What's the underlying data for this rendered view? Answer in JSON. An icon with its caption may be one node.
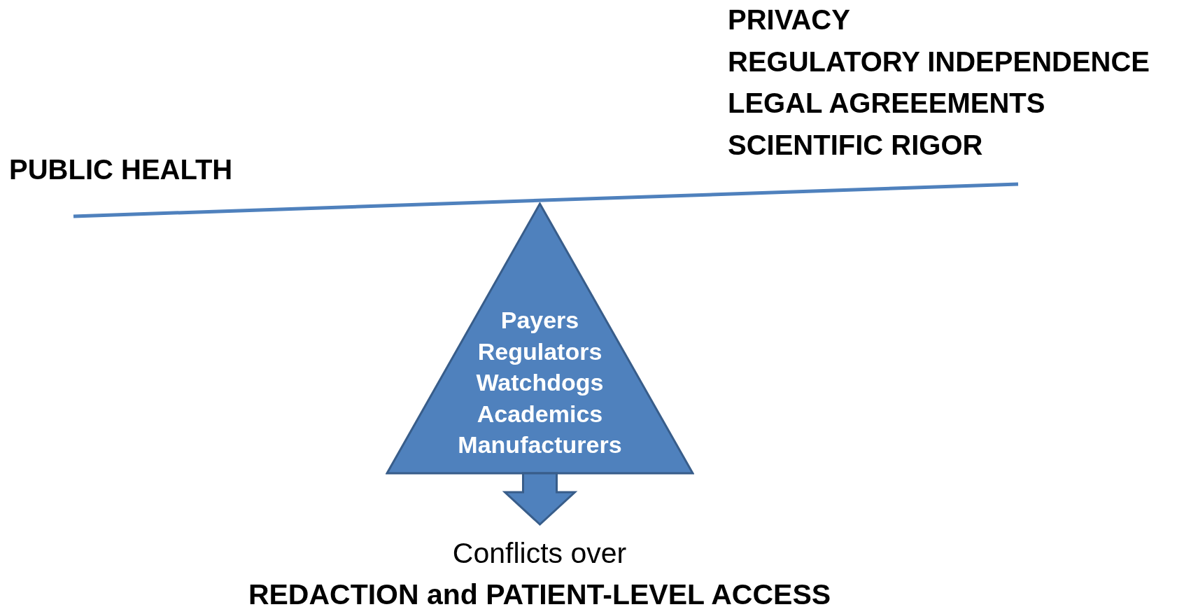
{
  "diagram": {
    "nodes": [
      {
        "text": [
          "Payers",
          "Regulators",
          "Watchdogs",
          "Academics",
          "Manufacturers"
        ]
      },
      {
        "text": [
          "Conflicts over",
          "REDACTION and PATIENT-LEVEL ACCESS"
        ]
      }
    ],
    "edges": [
      {
        "from": 0,
        "to": 1,
        "arrow": "to",
        "style": "thick"
      }
    ],
    "labels": [
      "PRIVACY",
      "REGULATORY INDEPENDENCE",
      "LEGAL AGREEEMENTS",
      "SCIENTIFIC RIGOR",
      "PUBLIC HEALTH"
    ]
  }
}
